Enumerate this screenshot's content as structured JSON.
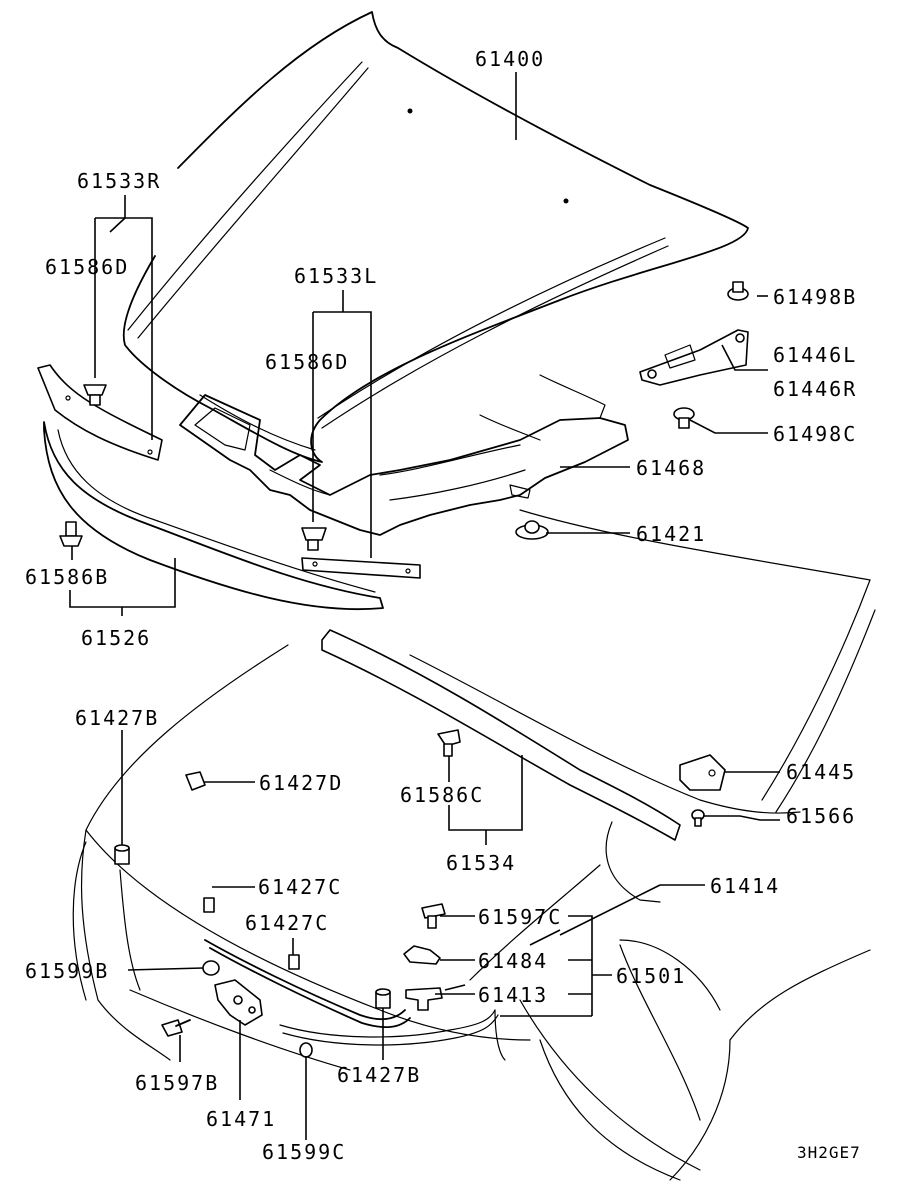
{
  "diagram": {
    "code": "3H2GE7",
    "labels": {
      "p61400": "61400",
      "p61533R": "61533R",
      "p61586D_a": "61586D",
      "p61533L": "61533L",
      "p61586D_b": "61586D",
      "p61498B": "61498B",
      "p61446L": "61446L",
      "p61446R": "61446R",
      "p61498C": "61498C",
      "p61468": "61468",
      "p61421": "61421",
      "p61586B": "61586B",
      "p61526": "61526",
      "p61427B_a": "61427B",
      "p61427D": "61427D",
      "p61586C": "61586C",
      "p61534": "61534",
      "p61445": "61445",
      "p61566": "61566",
      "p61414": "61414",
      "p61427C_a": "61427C",
      "p61427C_b": "61427C",
      "p61597C": "61597C",
      "p61599B": "61599B",
      "p61484": "61484",
      "p61501": "61501",
      "p61413": "61413",
      "p61597B": "61597B",
      "p61427B_b": "61427B",
      "p61471": "61471",
      "p61599C": "61599C"
    }
  }
}
